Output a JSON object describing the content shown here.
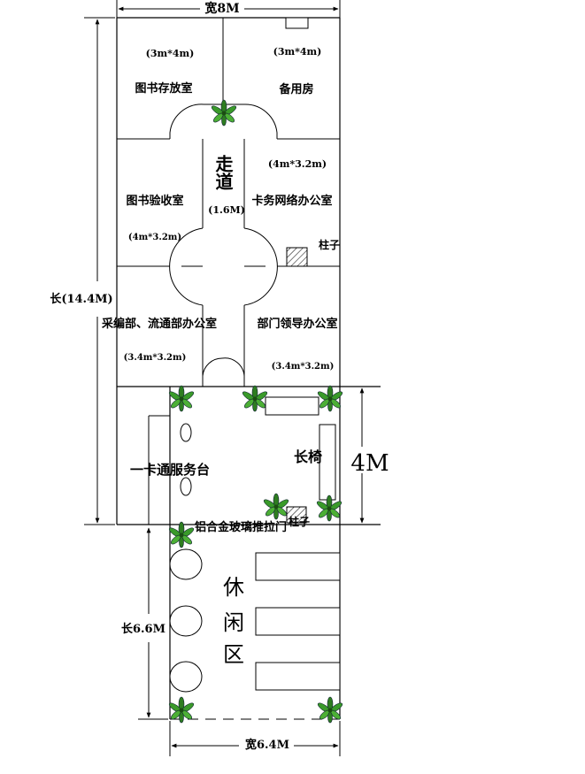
{
  "dimensions": {
    "top_width": "宽8M",
    "total_length": "长(14.4M)",
    "service_length": "4M",
    "lounge_length": "长6.6M",
    "bottom_width": "宽6.4M",
    "corridor_width": "(1.6M)"
  },
  "rooms": {
    "book_storage": {
      "size": "(3m*4m)",
      "name": "图书存放室"
    },
    "spare_room": {
      "size": "(3m*4m)",
      "name": "备用房"
    },
    "corridor": {
      "name": "走道"
    },
    "book_acceptance": {
      "name": "图书验收室",
      "size": "(4m*3.2m)"
    },
    "card_network_office": {
      "size": "(4m*3.2m)",
      "name": "卡务网络办公室"
    },
    "acquisition_office": {
      "name": "采编部、流通部办公室",
      "size": "(3.4m*3.2m)"
    },
    "department_leader_office": {
      "name": "部门领导办公室",
      "size": "(3.4m*3.2m)"
    }
  },
  "labels": {
    "pillar_upper": "柱子",
    "pillar_lower": "柱子",
    "service_desk": "一卡通服务台",
    "bench": "长椅",
    "sliding_door": "铝合金玻璃推拉门",
    "lounge": [
      "休",
      "闲",
      "区"
    ]
  }
}
